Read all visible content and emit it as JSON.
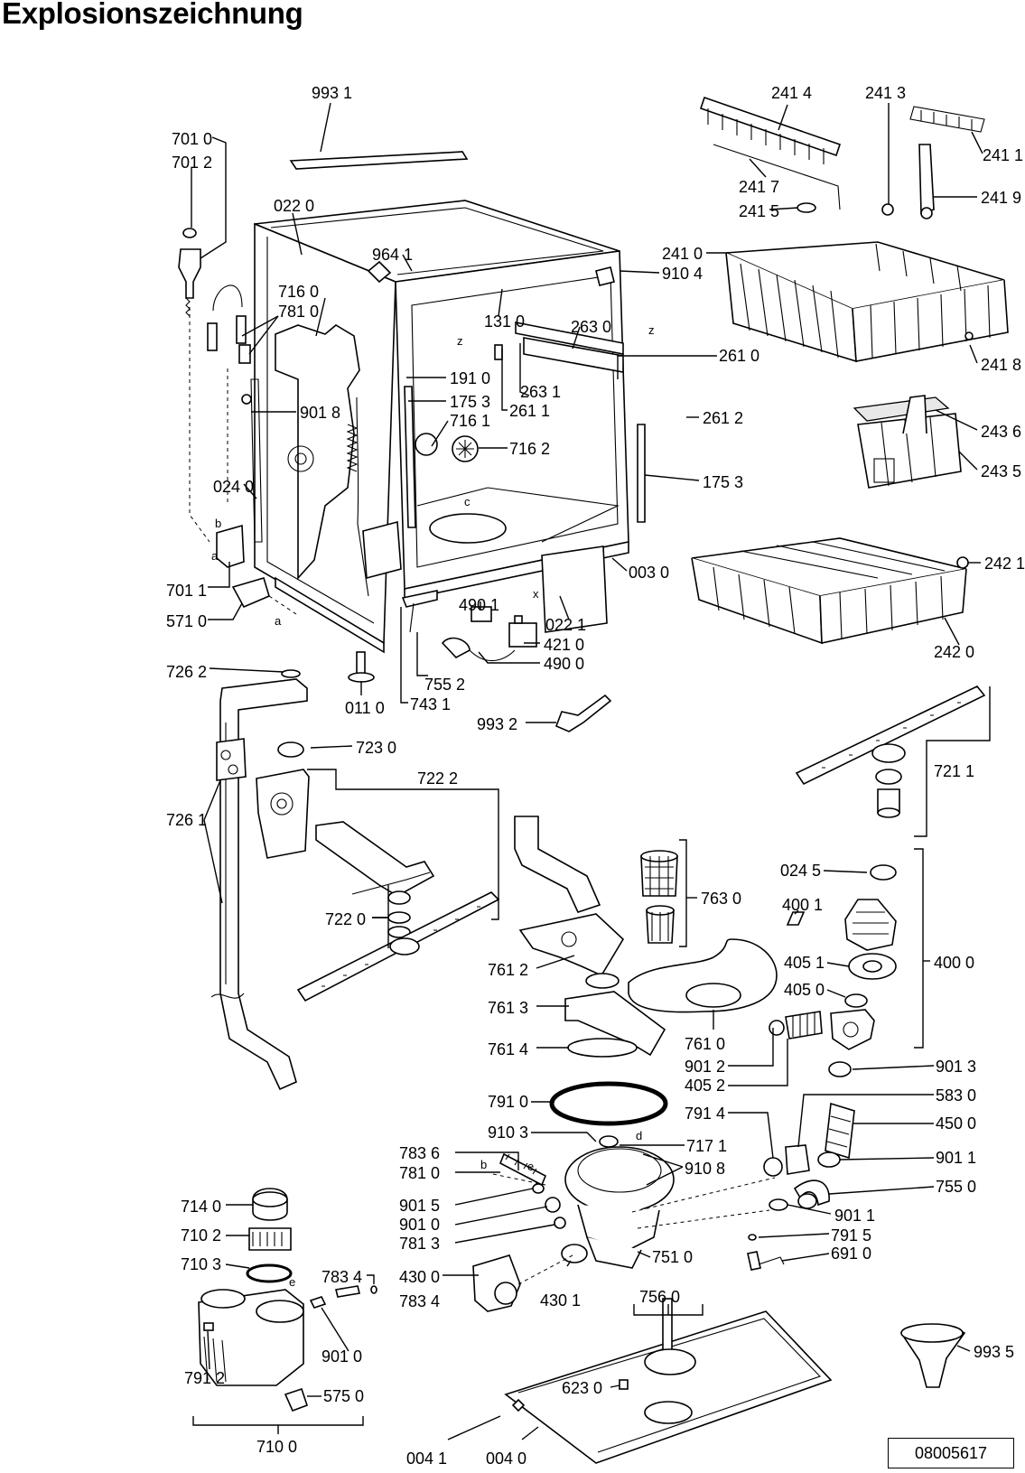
{
  "title": "Explosionszeichnung",
  "document_number": "08005617",
  "labels": {
    "p9931": "993 1",
    "p7010": "701 0",
    "p7012": "701 2",
    "p0220": "022 0",
    "p9641": "964 1",
    "p9104": "910 4",
    "p7160": "716 0",
    "p7810a": "781 0",
    "p1310": "131 0",
    "p2630": "263 0",
    "p2610": "261 0",
    "p9018": "901 8",
    "p1910": "191 0",
    "p1753a": "175 3",
    "p7161": "716 1",
    "p2631": "263 1",
    "p2611": "261 1",
    "p2612": "261 2",
    "p7162": "716 2",
    "p1753b": "175 3",
    "p0240": "024 0",
    "p7011": "701 1",
    "p5710": "571 0",
    "p0030": "003 0",
    "p4901": "490 1",
    "p0221": "022 1",
    "p4210": "421 0",
    "p4900": "490 0",
    "p7552": "755 2",
    "p7431": "743 1",
    "p0110": "011 0",
    "p7262": "726 2",
    "p9932": "993 2",
    "p2414": "241 4",
    "p2413": "241 3",
    "p2411": "241 1",
    "p2417": "241 7",
    "p2415": "241 5",
    "p2419": "241 9",
    "p2410": "241 0",
    "p2418": "241 8",
    "p2436": "243 6",
    "p2435": "243 5",
    "p2421": "242 1",
    "p2420": "242 0",
    "p7230": "723 0",
    "p7222": "722 2",
    "p7261": "726 1",
    "p7220": "722 0",
    "p7211": "721 1",
    "p7630": "763 0",
    "p0245": "024 5",
    "p4001": "400 1",
    "p4051": "405 1",
    "p4000": "400 0",
    "p4050": "405 0",
    "p7612": "761 2",
    "p7613": "761 3",
    "p7614": "761 4",
    "p7610": "761 0",
    "p9012": "901 2",
    "p4052": "405 2",
    "p9013": "901 3",
    "p7910": "791 0",
    "p7914": "791 4",
    "p5830": "583 0",
    "p4500": "450 0",
    "p9103": "910 3",
    "p7171": "717 1",
    "p9108": "910 8",
    "p9011a": "901 1",
    "p7836": "783 6",
    "p7810b": "781 0",
    "p7550": "755 0",
    "p7140": "714 0",
    "p9015": "901 5",
    "p9011b": "901 1",
    "p9010a": "901 0",
    "p7102": "710 2",
    "p7813": "781 3",
    "p7915": "791 5",
    "p7510": "751 0",
    "p6910": "691 0",
    "p7103": "710 3",
    "p7834a": "783 4",
    "p4300": "430 0",
    "p7834b": "783 4",
    "p4301": "430 1",
    "p7560": "756 0",
    "p9935": "993 5",
    "p9010b": "901 0",
    "p7912": "791 2",
    "p6230": "623 0",
    "p5750": "575 0",
    "p7100": "710 0",
    "p0041": "004 1",
    "p0040": "004 0"
  },
  "letters": {
    "z1": "z",
    "z2": "z",
    "c": "c",
    "x": "x",
    "a1": "a",
    "a2": "a",
    "b1": "b",
    "b2": "b",
    "d": "d",
    "e1": "e",
    "e2": "e"
  }
}
